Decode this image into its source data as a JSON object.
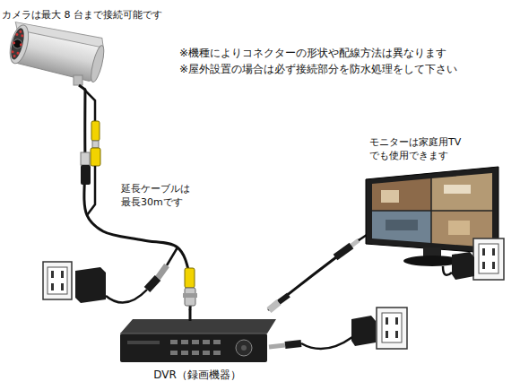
{
  "diagram": {
    "nodes": [
      {
        "text": [
          "カメラは最大 8 台まで接続可能です"
        ]
      },
      {
        "text": [
          "モニターは家庭用TV でも使用できます"
        ]
      },
      {
        "text": [
          "DVR（録画機器）"
        ]
      }
    ],
    "edges": [
      {
        "from": 0,
        "to": 2,
        "arrow": "none",
        "label": "延長ケーブルは 最長30mです"
      },
      {
        "from": 2,
        "to": 1,
        "arrow": "none"
      }
    ],
    "labels": [
      "※機種によりコネクターの形状や配線方法は異なります",
      "※屋外設置の場合は必ず接続部分を防水処理をして下さい"
    ]
  }
}
